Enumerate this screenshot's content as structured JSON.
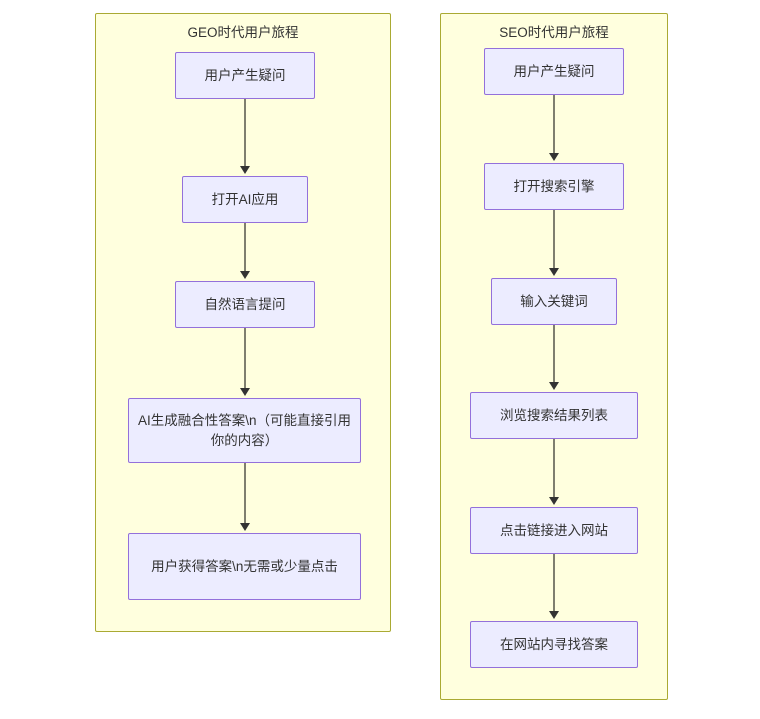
{
  "diagram": {
    "type": "flowchart",
    "orientation": "two-column-comparison",
    "background_color": "#ffffff",
    "subgraph_fill": "#ffffde",
    "subgraph_border": "#aaaa33",
    "node_fill": "#ececff",
    "node_border": "#9370db",
    "edge_color": "#7f7f6f",
    "text_color": "#333333"
  },
  "columns": [
    {
      "id": "geo",
      "title": "GEO时代用户旅程",
      "nodes": [
        {
          "id": "geo-1",
          "label": "用户产生疑问"
        },
        {
          "id": "geo-2",
          "label": "打开AI应用"
        },
        {
          "id": "geo-3",
          "label": "自然语言提问"
        },
        {
          "id": "geo-4",
          "label": "AI生成融合性答案\\n（可能直接引用你的内容）"
        },
        {
          "id": "geo-5",
          "label": "用户获得答案\\n无需或少量点击"
        }
      ]
    },
    {
      "id": "seo",
      "title": "SEO时代用户旅程",
      "nodes": [
        {
          "id": "seo-1",
          "label": "用户产生疑问"
        },
        {
          "id": "seo-2",
          "label": "打开搜索引擎"
        },
        {
          "id": "seo-3",
          "label": "输入关键词"
        },
        {
          "id": "seo-4",
          "label": "浏览搜索结果列表"
        },
        {
          "id": "seo-5",
          "label": "点击链接进入网站"
        },
        {
          "id": "seo-6",
          "label": "在网站内寻找答案"
        }
      ]
    }
  ]
}
